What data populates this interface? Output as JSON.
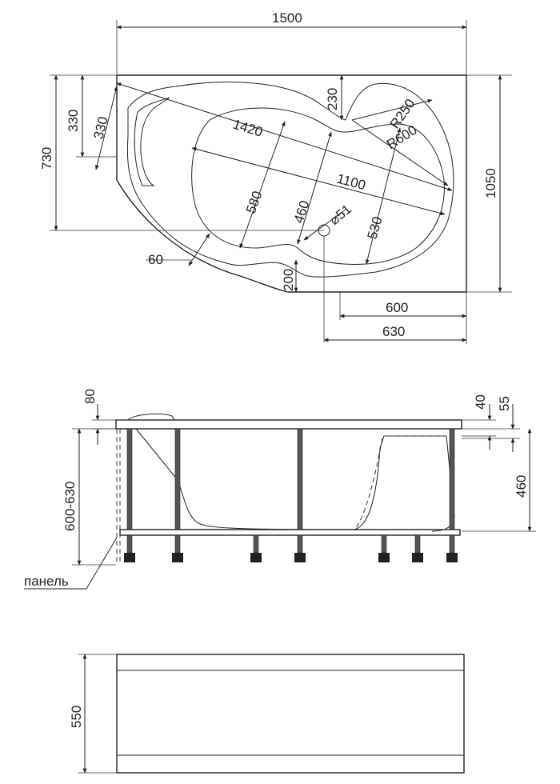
{
  "top_view": {
    "labels": {
      "width_overall": "1500",
      "height_left": "730",
      "height_right": "1050",
      "seat_a": "330",
      "seat_b": "330",
      "inner_length": "1420",
      "step_230": "230",
      "r250": "R250",
      "r600": "R600",
      "basin_length": "1100",
      "basin_580": "580",
      "basin_460": "460",
      "drain": "⌀51",
      "basin_530": "530",
      "rim_60": "60",
      "rim_200": "200",
      "drain_offset_600": "600",
      "drain_offset_630": "630"
    }
  },
  "side_view": {
    "labels": {
      "rim_80": "80",
      "rim_40": "40",
      "rim_55": "55",
      "height_range": "600-630",
      "depth_460": "460",
      "panel": "панель"
    }
  },
  "panel_view": {
    "labels": {
      "panel_height": "550"
    }
  }
}
